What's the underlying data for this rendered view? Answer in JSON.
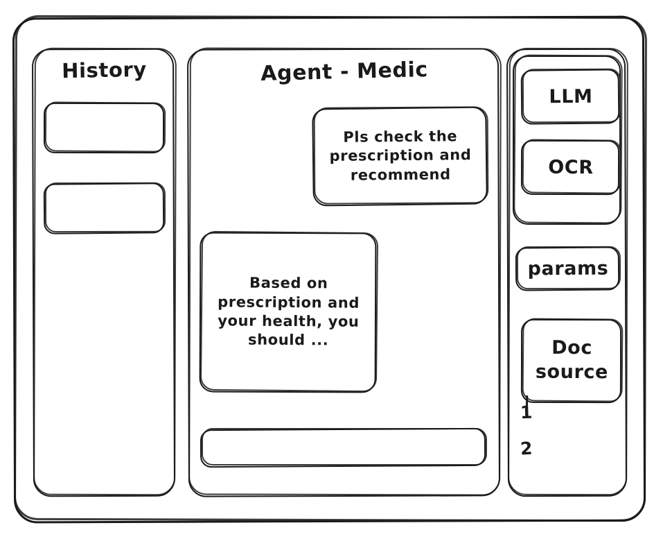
{
  "app": {
    "frame_label": "app-window"
  },
  "history": {
    "title": "History",
    "items": [
      {
        "label": ""
      },
      {
        "label": ""
      }
    ]
  },
  "agent": {
    "title": "Agent - Medic",
    "messages": [
      {
        "role": "user",
        "text": "Pls check the prescription and recommend"
      },
      {
        "role": "assistant",
        "text": "Based on prescription and your health, you should ..."
      }
    ],
    "composer": {
      "value": "",
      "placeholder": ""
    }
  },
  "tools": {
    "model_group": [
      {
        "label": "LLM"
      },
      {
        "label": "OCR"
      }
    ],
    "params_label": "params",
    "doc_source_label": "Doc source",
    "sources": [
      {
        "number": "1"
      },
      {
        "number": "2"
      }
    ]
  },
  "colors": {
    "ink": "#1a1a1a",
    "paper": "#ffffff"
  }
}
